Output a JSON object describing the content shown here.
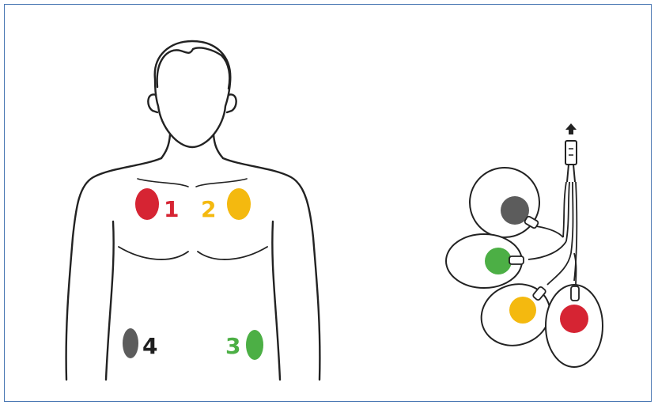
{
  "colors": {
    "frame": "#4a77b3",
    "outline": "#222222",
    "electrode_1": "#d62433",
    "electrode_2": "#f4b90f",
    "electrode_3": "#4caf45",
    "electrode_4": "#5c5c5c",
    "label_4": "#1f1f1f"
  },
  "electrodes": [
    {
      "id": "1",
      "label": "1",
      "color": "#d62433"
    },
    {
      "id": "2",
      "label": "2",
      "color": "#f4b90f"
    },
    {
      "id": "3",
      "label": "3",
      "color": "#4caf45"
    },
    {
      "id": "4",
      "label": "4",
      "color": "#5c5c5c"
    }
  ],
  "cable": {
    "connector_icon": "arrow-up-icon",
    "pads": [
      "dark-gray",
      "green",
      "yellow",
      "red"
    ]
  }
}
